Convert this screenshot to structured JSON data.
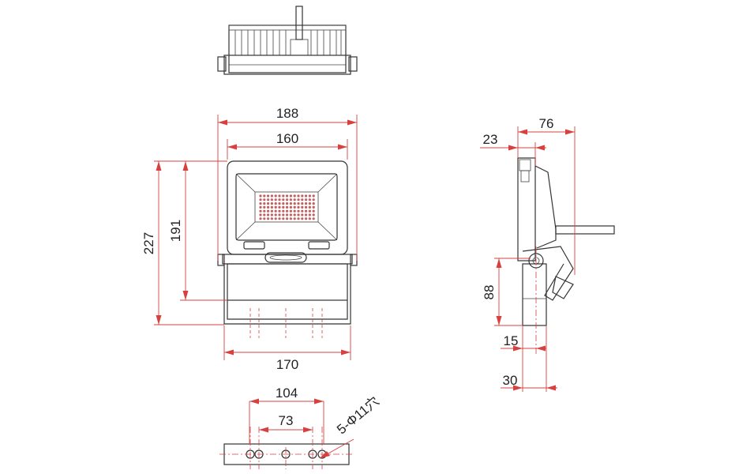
{
  "dimensions": {
    "width_overall": "188",
    "width_body": "160",
    "height_overall": "227",
    "height_body": "191",
    "width_bracket": "170",
    "depth_overall": "76",
    "depth_body": "23",
    "bracket_height": "88",
    "bracket_offset": "15",
    "bracket_depth": "30",
    "hole_pitch_outer": "104",
    "hole_pitch_inner": "73",
    "hole_spec": "5-Φ11穴"
  },
  "colors": {
    "dimension": "#d84040",
    "outline": "#333333",
    "led": "#c06060"
  }
}
